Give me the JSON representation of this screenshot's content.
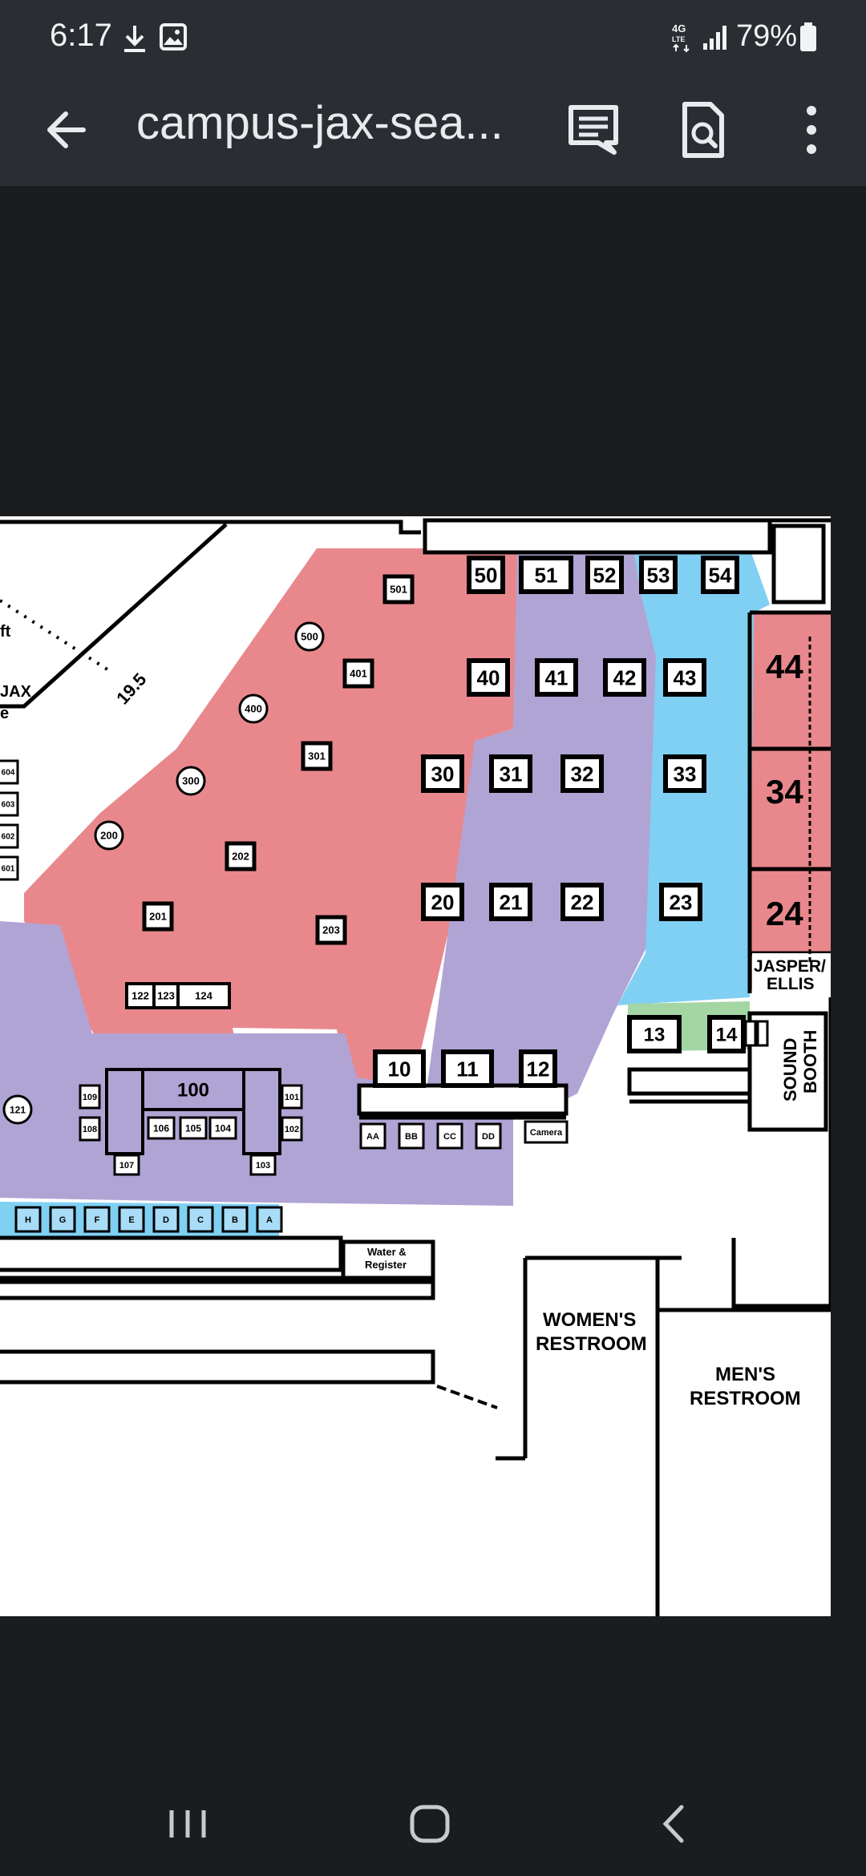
{
  "status_bar": {
    "time": "6:17",
    "network": "4G LTE",
    "battery": "79%",
    "icons": [
      "download-icon",
      "image-icon",
      "network-4g-icon",
      "signal-icon",
      "battery-icon"
    ]
  },
  "app_bar": {
    "title": "campus-jax-sea...",
    "icons": [
      "back-arrow-icon",
      "comment-icon",
      "search-document-icon",
      "more-vert-icon"
    ]
  },
  "map": {
    "colors": {
      "red": "#e8888d",
      "purple": "#b0a4d4",
      "blue": "#7fd0f3",
      "green": "#a4d6a3",
      "white": "#ffffff",
      "outline": "#000000"
    },
    "row_50": [
      "50",
      "51",
      "52",
      "53",
      "54"
    ],
    "row_40": [
      "40",
      "41",
      "42",
      "43"
    ],
    "row_30": [
      "30",
      "31",
      "32",
      "33"
    ],
    "row_20": [
      "20",
      "21",
      "22",
      "23"
    ],
    "row_10": [
      "10",
      "11",
      "12"
    ],
    "side_13_14": [
      "13",
      "14"
    ],
    "right_column": [
      "44",
      "34",
      "24"
    ],
    "red_squares": [
      "501",
      "401",
      "301",
      "202",
      "201",
      "203"
    ],
    "red_circles": [
      "500",
      "400",
      "300",
      "200"
    ],
    "row_120": [
      "122",
      "123",
      "124"
    ],
    "block_100": "100",
    "row_104": [
      "106",
      "105",
      "104"
    ],
    "left_side": [
      "109",
      "108"
    ],
    "right_side": [
      "101",
      "102"
    ],
    "bottom_107": "107",
    "bottom_103": "103",
    "circle_121": "121",
    "left_edge": [
      "604",
      "603",
      "602",
      "601"
    ],
    "letters_row": [
      "H",
      "G",
      "F",
      "E",
      "D",
      "C",
      "B",
      "A"
    ],
    "double_letters": [
      "AA",
      "BB",
      "CC",
      "DD"
    ],
    "camera": "Camera",
    "water_register": [
      "Water &",
      "Register"
    ],
    "jasper_ellis": [
      "JASPER/",
      "ELLIS"
    ],
    "sound_booth": [
      "SOUND",
      "BOOTH"
    ],
    "womens_restroom": [
      "WOMEN'S",
      "RESTROOM"
    ],
    "mens_restroom": [
      "MEN'S",
      "RESTROOM"
    ],
    "dimension": "19.5",
    "partial_labels": [
      "ft",
      "JAX",
      "e"
    ]
  },
  "nav_bar": {
    "icons": [
      "recent-apps-icon",
      "home-icon",
      "back-icon"
    ]
  }
}
